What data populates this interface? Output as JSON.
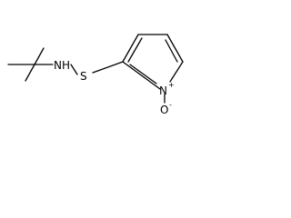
{
  "molecule": {
    "atoms": {
      "amine_n": "NH",
      "sulfur": "S",
      "ring_n": "N",
      "ring_n_charge": "+",
      "oxide_o": "O",
      "oxide_o_charge": "-"
    }
  }
}
